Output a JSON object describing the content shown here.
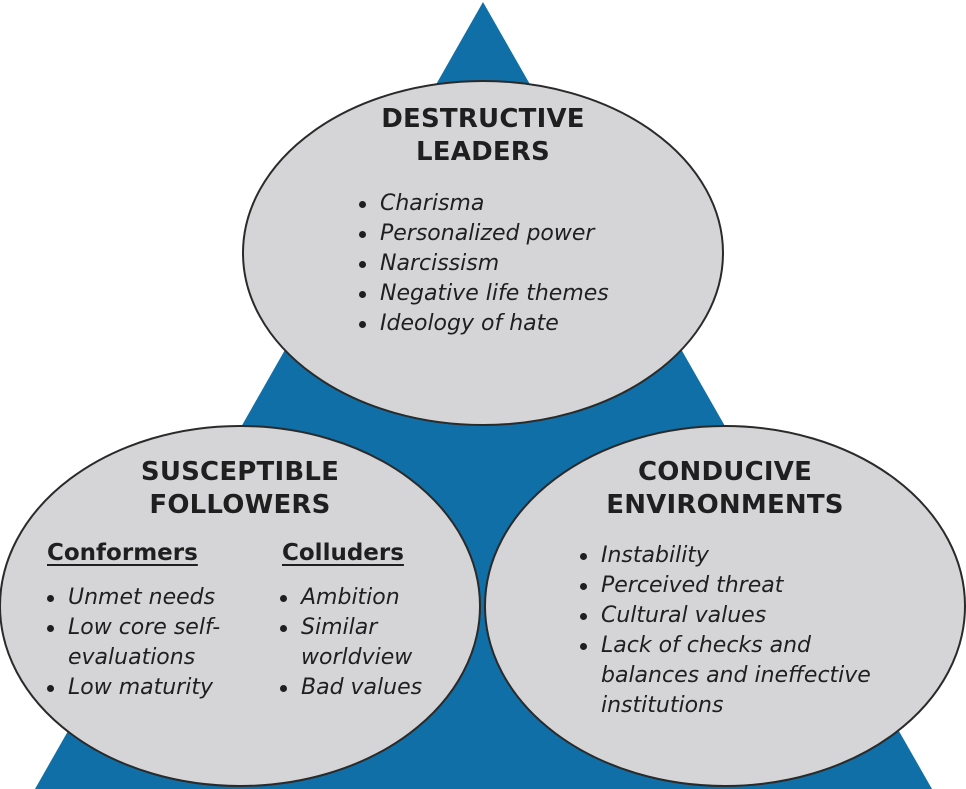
{
  "colors": {
    "triangle": "#0f6fa6",
    "ellipse_fill": "#d5d5d8",
    "ellipse_stroke": "#2a2a2a"
  },
  "leaders": {
    "title_line1": "DESTRUCTIVE",
    "title_line2": "LEADERS",
    "items": [
      "Charisma",
      "Personalized power",
      "Narcissism",
      "Negative life themes",
      "Ideology of hate"
    ]
  },
  "followers": {
    "title_line1": "SUSCEPTIBLE",
    "title_line2": "FOLLOWERS",
    "conformers": {
      "heading": "Conformers",
      "items": [
        "Unmet needs",
        "Low core self-",
        "evaluations",
        "Low maturity"
      ]
    },
    "colluders": {
      "heading": "Colluders",
      "items": [
        "Ambition",
        "Similar",
        "worldview",
        "Bad values"
      ]
    }
  },
  "environments": {
    "title_line1": "CONDUCIVE",
    "title_line2": "ENVIRONMENTS",
    "items": [
      "Instability",
      "Perceived threat",
      "Cultural values",
      "Lack of checks and",
      "balances and ineffective",
      "institutions"
    ]
  }
}
